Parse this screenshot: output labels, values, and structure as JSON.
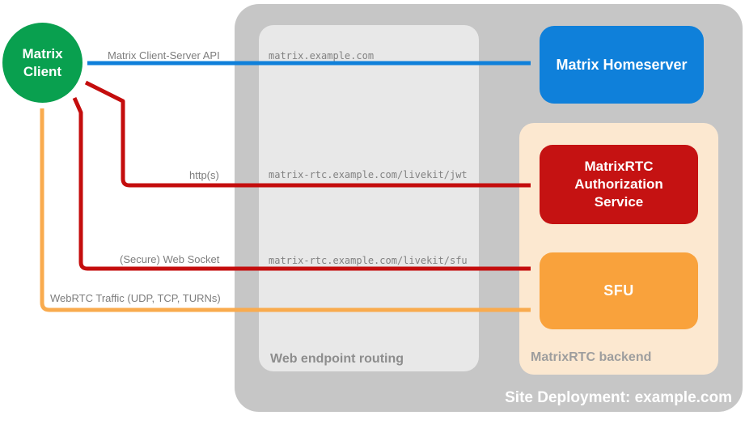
{
  "client": {
    "label": "Matrix Client",
    "color": "#09a04f"
  },
  "homeserver": {
    "label": "Matrix Homeserver",
    "color": "#0f80da"
  },
  "auth_service": {
    "label": "MatrixRTC Authorization Service",
    "color": "#c51212"
  },
  "sfu": {
    "label": "SFU",
    "color": "#f9a23c"
  },
  "routing_panel": {
    "label": "Web endpoint routing",
    "bg": "#e8e8e8"
  },
  "backend_panel": {
    "label": "MatrixRTC backend",
    "bg": "#fce8d0"
  },
  "deployment": {
    "label": "Site Deployment: example.com",
    "bg": "#c6c6c6"
  },
  "connections": {
    "client_server_api": {
      "label": "Matrix Client-Server API",
      "endpoint": "matrix.example.com",
      "color": "#0f80da"
    },
    "http": {
      "label": "http(s)",
      "endpoint": "matrix-rtc.example.com/livekit/jwt",
      "color": "#c40d0d"
    },
    "websocket": {
      "label": "(Secure) Web Socket",
      "endpoint": "matrix-rtc.example.com/livekit/sfu",
      "color": "#c40d0d"
    },
    "webrtc": {
      "label": "WebRTC Traffic (UDP, TCP, TURNs)",
      "color": "#f9ab4e"
    }
  }
}
